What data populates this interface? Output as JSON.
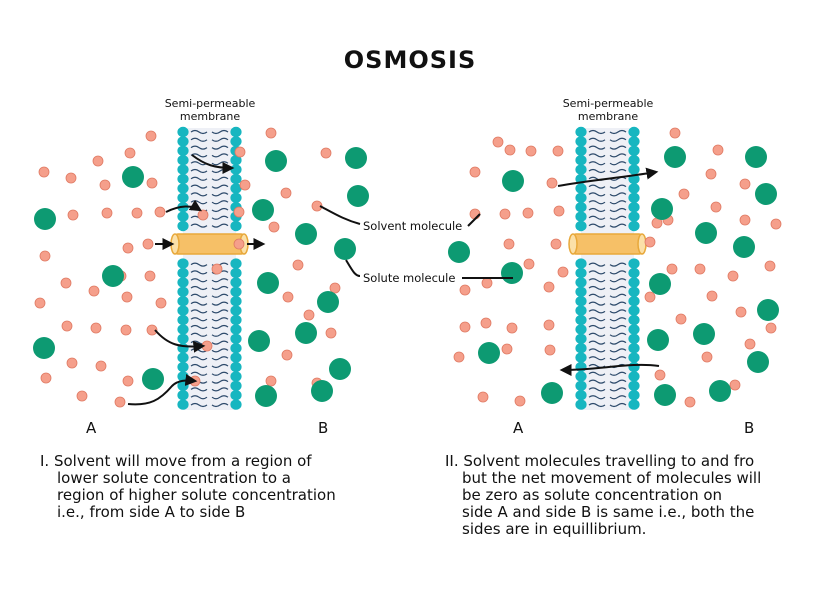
{
  "title": "OSMOSIS",
  "membrane_label": [
    "Semi-permeable",
    "membrane"
  ],
  "callouts": {
    "solvent": "Solvent molecule",
    "solute": "Solute molecule"
  },
  "panels": [
    {
      "side_a": "A",
      "side_b": "B"
    },
    {
      "side_a": "A",
      "side_b": "B"
    }
  ],
  "captions": [
    [
      "I. Solvent will move from a region of",
      "lower solute concentration to a",
      "region of higher solute concentration",
      "i.e., from side A to side B"
    ],
    [
      "II. Solvent molecules travelling to and fro",
      "but the net movement of molecules will",
      "be zero as solute concentration on",
      "side A and side B is same i.e., both the",
      "sides are in equillibrium."
    ]
  ],
  "colors": {
    "membrane_head": "#17b6c0",
    "membrane_tail": "#2d4a6b",
    "membrane_core": "#eef0f6",
    "channel": "#f6c067",
    "channel_edge": "#e8a83a",
    "solvent": "#f59f8b",
    "solvent_edge": "#e07a63",
    "solute": "#0d9a72"
  }
}
